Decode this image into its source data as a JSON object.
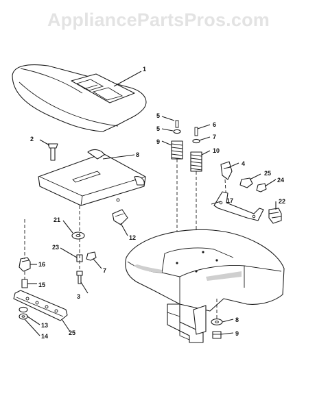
{
  "watermark": "AppliancePartsPros.com",
  "callouts": [
    "1",
    "2",
    "3",
    "4",
    "5",
    "5",
    "6",
    "7",
    "7",
    "8",
    "8",
    "9",
    "9",
    "10",
    "12",
    "13",
    "14",
    "15",
    "16",
    "17",
    "21",
    "22",
    "23",
    "24",
    "25",
    "25"
  ]
}
